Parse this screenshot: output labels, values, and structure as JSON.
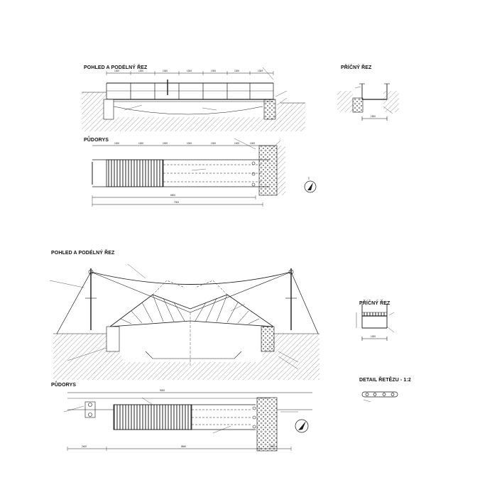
{
  "titles": {
    "top_elevation": "POHLED A PODÉLNÝ ŘEZ",
    "top_cross": "PŘÍČNÝ ŘEZ",
    "top_plan": "PŮDORYS",
    "bottom_elevation": "POHLED A PODÉLNÝ ŘEZ",
    "bottom_cross": "PŘÍČNÝ ŘEZ",
    "chain_detail": "DETAIL ŘETĚZU - 1:2",
    "bottom_plan": "PŮDORYS"
  },
  "dims": {
    "top_elev_segments": [
      "1300",
      "1300",
      "1300",
      "1300",
      "1300",
      "1300",
      "1300"
    ],
    "top_plan_segments": [
      "1000",
      "1000",
      "1000",
      "1000",
      "1000",
      "1000",
      "1000"
    ],
    "top_plan_total_a": "6600",
    "top_plan_total_b": "7000",
    "top_cross_width": "1500",
    "bottom_plan_total_a": "9000",
    "bottom_plan_total_b": "8840",
    "bottom_plan_left": "2400",
    "bottom_plan_right": "2000",
    "bottom_cross_width": "1300"
  },
  "colors": {
    "ink": "#1a1a1a",
    "hatch": "#555555",
    "paper": "#ffffff"
  },
  "icons": [
    "north-arrow-icon",
    "chain-link-icon"
  ]
}
